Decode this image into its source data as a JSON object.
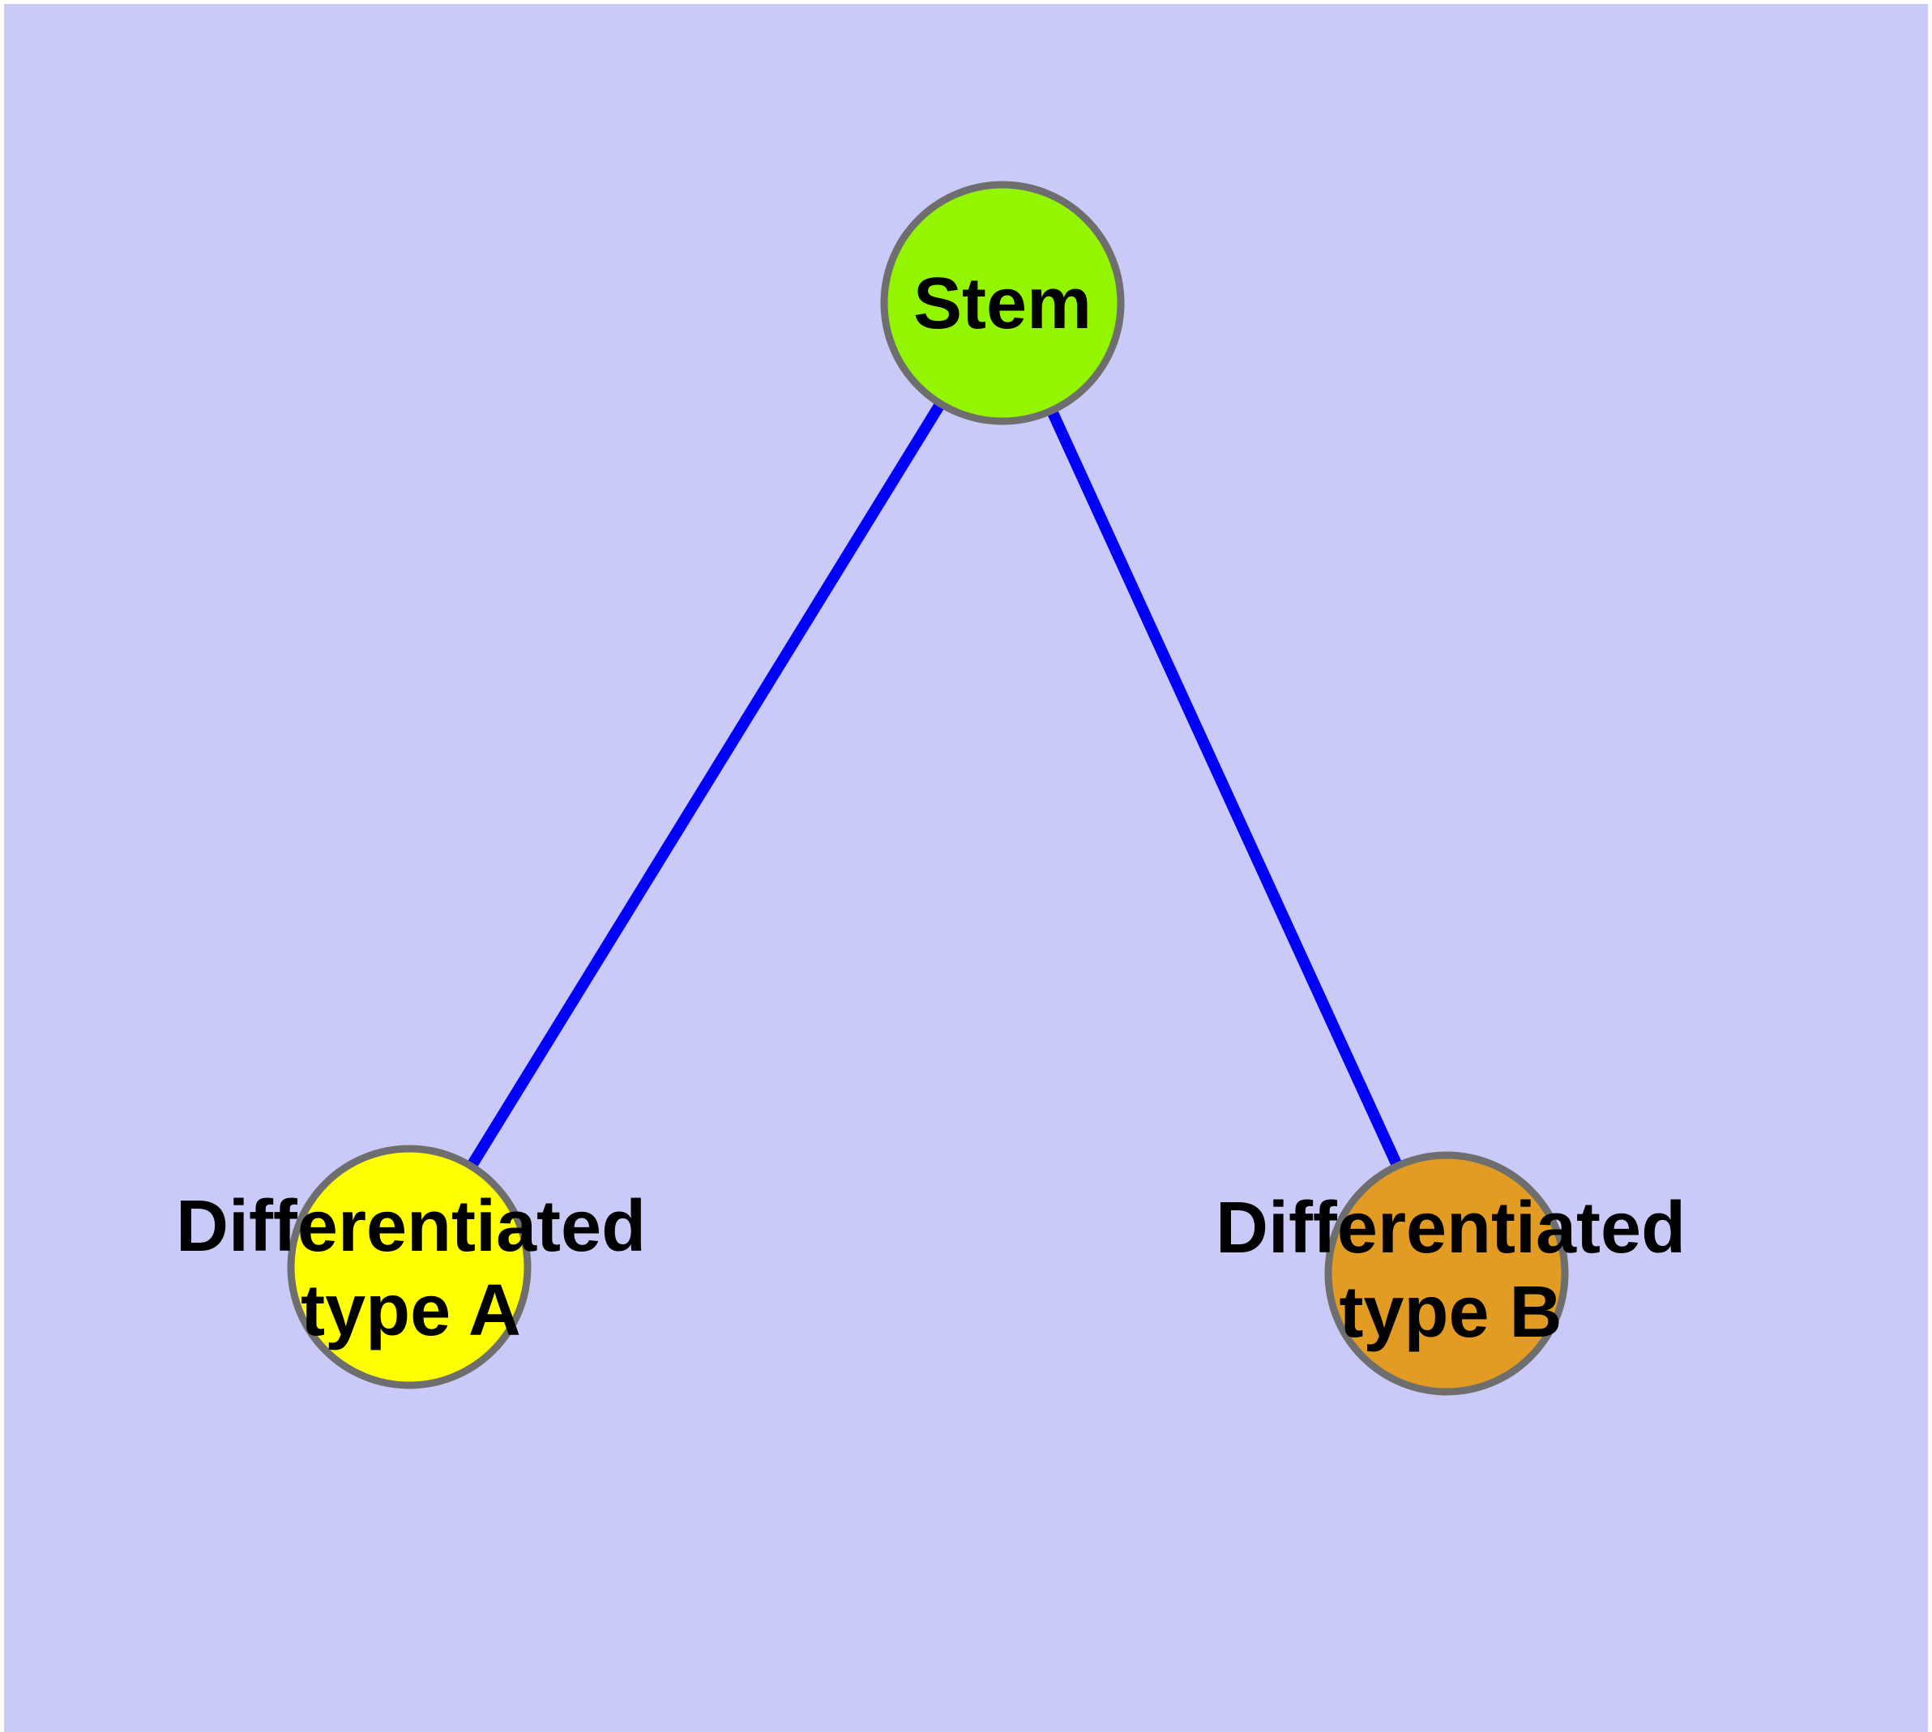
{
  "diagram": {
    "type": "graph",
    "colors": {
      "frame": "#FFFFFF",
      "background": "#CACAF8",
      "edge": "#0000FA",
      "node_border": "#6E6E6E",
      "label_text": "#000000"
    },
    "nodes": [
      {
        "id": "stem",
        "label": "Stem",
        "label_lines": [
          "Stem"
        ],
        "fill": "#93F600"
      },
      {
        "id": "differentiated-type-a",
        "label": "Differentiated type A",
        "label_lines": [
          "Differentiated",
          "type A"
        ],
        "fill": "#FFFF00"
      },
      {
        "id": "differentiated-type-b",
        "label": "Differentiated type B",
        "label_lines": [
          "Differentiated",
          "type B"
        ],
        "fill": "#E29B23"
      }
    ],
    "edges": [
      {
        "from": "stem",
        "to": "differentiated-type-a"
      },
      {
        "from": "stem",
        "to": "differentiated-type-b"
      }
    ]
  }
}
